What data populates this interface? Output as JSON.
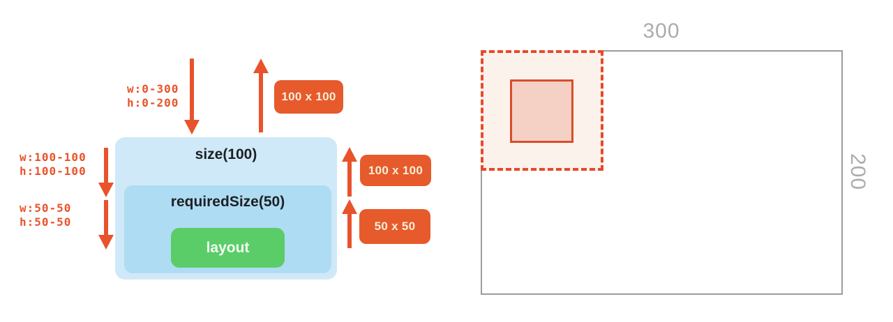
{
  "left_diagram": {
    "constraints": [
      {
        "line1": "w:0-300",
        "line2": "h:0-200"
      },
      {
        "line1": "w:100-100",
        "line2": "h:100-100"
      },
      {
        "line1": "w:50-50",
        "line2": "h:50-50"
      }
    ],
    "result_sizes": [
      "100 x 100",
      "100 x 100",
      "50 x 50"
    ],
    "outer_modifier": "size(100)",
    "inner_modifier": "requiredSize(50)",
    "layout_label": "layout"
  },
  "right_diagram": {
    "width_label": "300",
    "height_label": "200"
  },
  "colors": {
    "orange": "#E8532B",
    "badge_bg": "#E65A2B",
    "badge_text": "#F9EED7",
    "outer_blue": "#CFE9F8",
    "inner_blue": "#AEDCF3",
    "green": "#5BCD68",
    "green_text": "#F2FBF2",
    "dark_text": "#1D2023",
    "gray_border": "#9B9C9E",
    "gray_label": "#ACACAC",
    "dash_orange": "#E64A2B",
    "dash_fill": "#FBF2EC",
    "sq_border": "#D94E2A",
    "sq_fill": "#F4D0C5"
  }
}
